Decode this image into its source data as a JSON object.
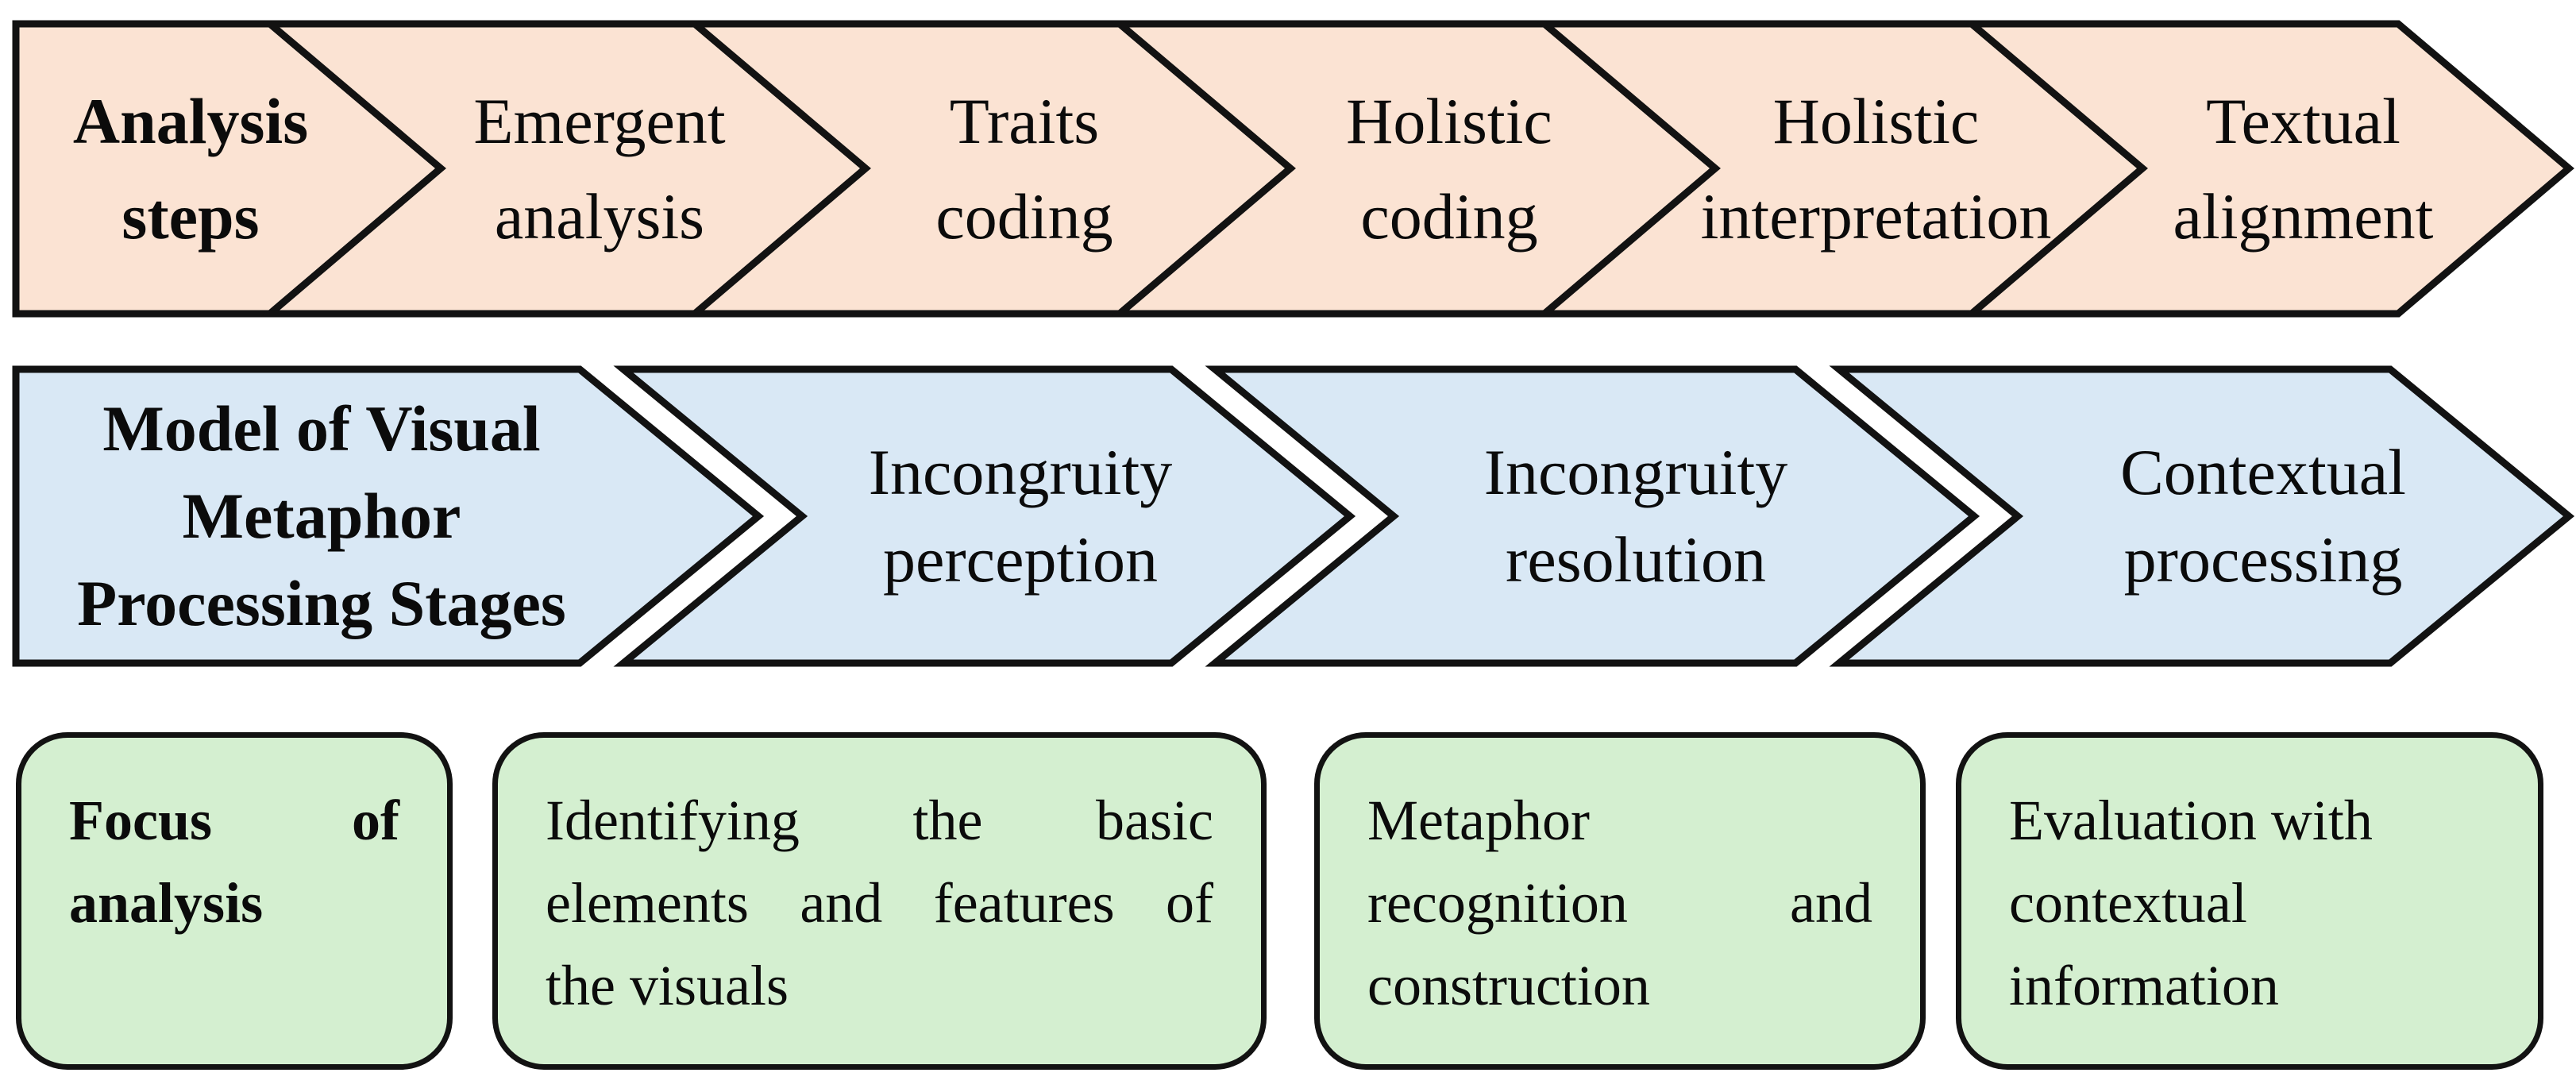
{
  "title": "Visual metaphor analysis process diagram",
  "colors": {
    "row1-fill": "#fbe3d3",
    "row2-fill": "#d9e8f5",
    "row3-fill": "#d4efd0",
    "outline": "#121212",
    "text": "#0b0b0b",
    "background": "#ffffff"
  },
  "rows": {
    "analysis_steps": {
      "row_label": "Analysis steps",
      "items": [
        {
          "label": "Analysis steps",
          "lines": [
            "Analysis",
            "steps"
          ]
        },
        {
          "label": "Emergent analysis",
          "lines": [
            "Emergent",
            "analysis"
          ]
        },
        {
          "label": "Traits coding",
          "lines": [
            "Traits",
            "coding"
          ]
        },
        {
          "label": "Holistic coding",
          "lines": [
            "Holistic",
            "coding"
          ]
        },
        {
          "label": "Holistic interpretation",
          "lines": [
            "Holistic",
            "interpretation"
          ]
        },
        {
          "label": "Textual alignment",
          "lines": [
            "Textual",
            "alignment"
          ]
        }
      ]
    },
    "processing_stages": {
      "row_label": "Model of Visual Metaphor Processing Stages",
      "items": [
        {
          "label": "Model of Visual Metaphor Processing Stages",
          "lines": [
            "Model of Visual",
            "Metaphor",
            "Processing Stages"
          ]
        },
        {
          "label": "Incongruity perception",
          "lines": [
            "Incongruity",
            "perception"
          ]
        },
        {
          "label": "Incongruity resolution",
          "lines": [
            "Incongruity",
            "resolution"
          ]
        },
        {
          "label": "Contextual processing",
          "lines": [
            "Contextual",
            "processing"
          ]
        }
      ]
    },
    "focus_of_analysis": {
      "row_label": "Focus of analysis",
      "items": [
        {
          "label": "Focus of analysis",
          "lines": [
            "Focus of",
            "analysis"
          ]
        },
        {
          "label": "Identifying the basic elements and features of the visuals",
          "lines": [
            "Identifying the basic",
            "elements and features of",
            "the visuals"
          ]
        },
        {
          "label": "Metaphor recognition and construction",
          "lines": [
            "Metaphor",
            "recognition and",
            "construction"
          ]
        },
        {
          "label": "Evaluation with contextual information",
          "lines": [
            "Evaluation with",
            "contextual",
            "information"
          ]
        }
      ]
    }
  }
}
